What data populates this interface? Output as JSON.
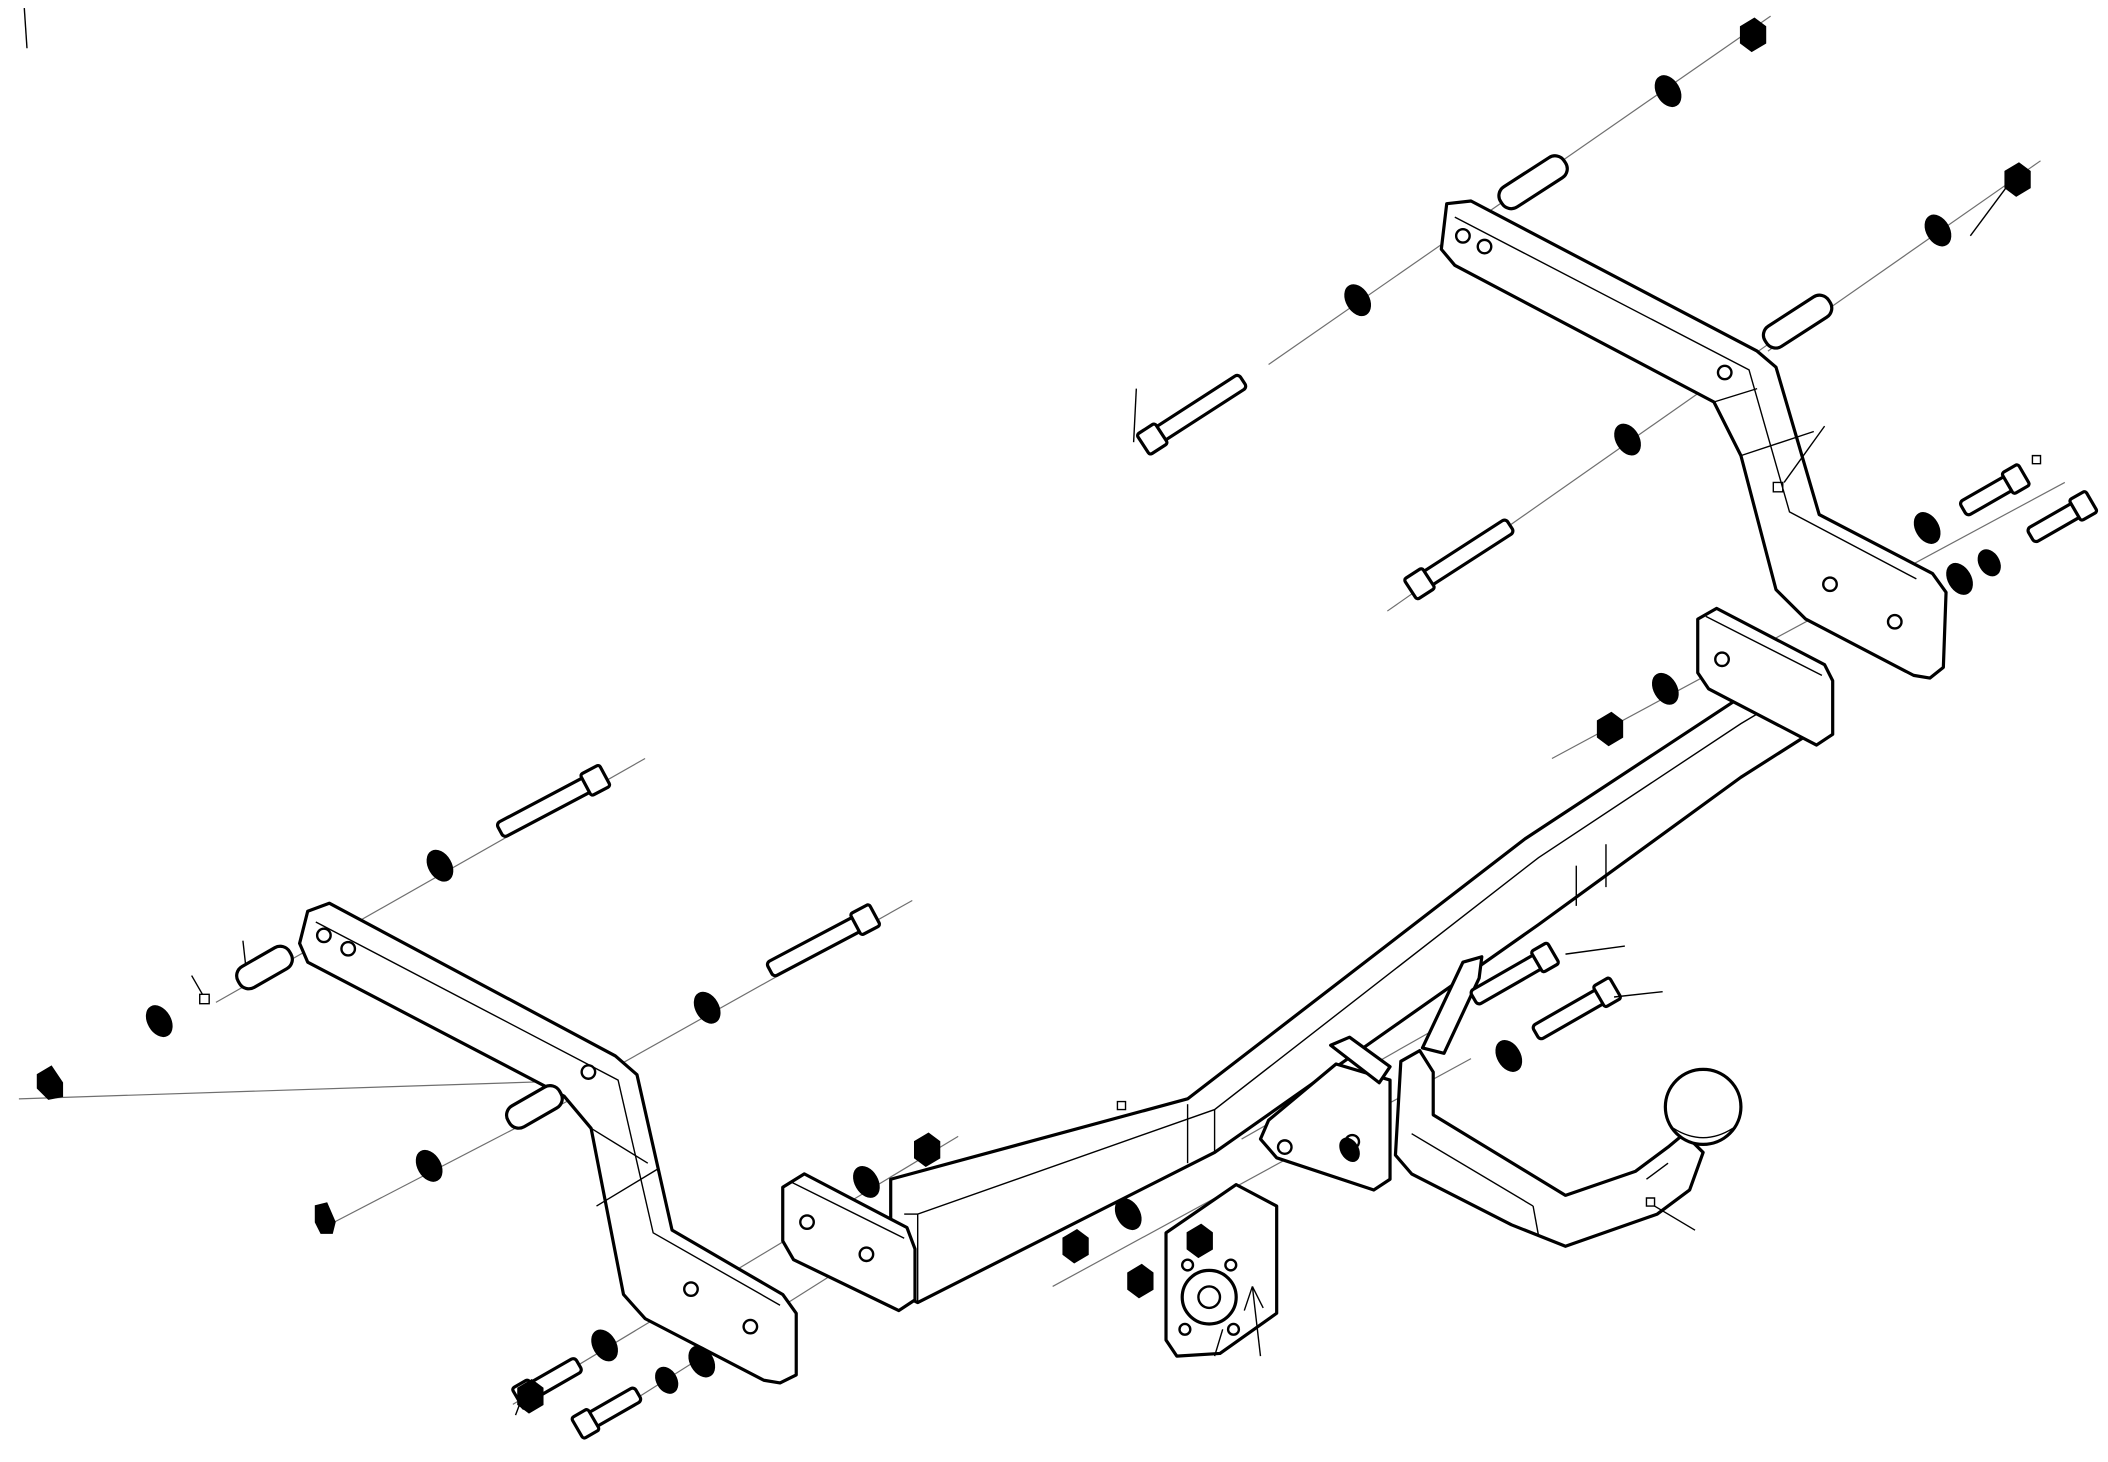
{
  "diagram": {
    "colors": {
      "line": "#000000",
      "axis": "#6f6f6f",
      "background": "#ffffff"
    },
    "parts": [
      "left-side-bracket",
      "right-side-bracket",
      "main-crossbar",
      "left-end-plate",
      "right-end-plate",
      "tow-ball-neck",
      "tow-ball",
      "socket-plate",
      "center-mount-bracket",
      "bolts",
      "washers",
      "nuts",
      "spacer-tubes"
    ]
  }
}
